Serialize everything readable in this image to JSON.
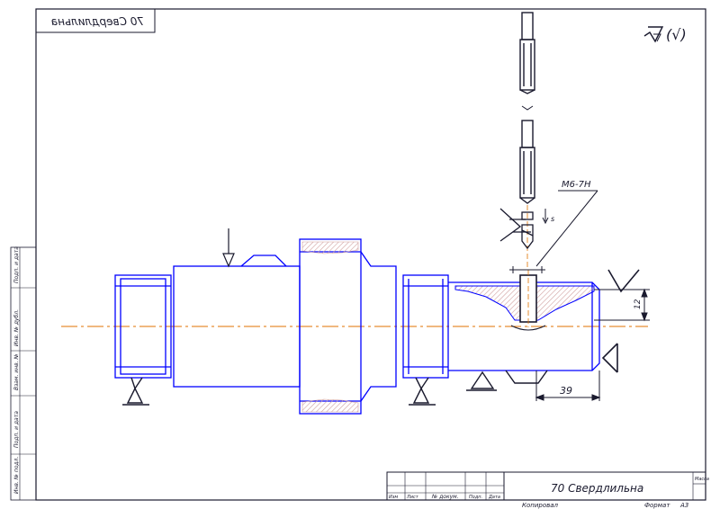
{
  "sheet": {
    "title_mirrored": "70 Свердлильна",
    "operation_name": "70 Свердлильна",
    "thread_label": "M6-7H",
    "dim_depth": "39",
    "dim_height": "12",
    "feed_label": "s",
    "roughness_mark": "(√)",
    "stamp_cells": [
      "Изм",
      "Лист",
      "№ докум.",
      "Подп.",
      "Дата"
    ],
    "copied_label": "Копировал",
    "format_label": "Формат",
    "format_value": "А3",
    "mass_label": "Масса"
  },
  "side_strip": {
    "labels": [
      "Инв. № подл.",
      "Подп. и дата",
      "Взам. инв. №",
      "Инв. № дубл.",
      "Подп. и дата"
    ]
  },
  "colors": {
    "line": "#1a1a2e",
    "part": "#0000ff",
    "axis": "#e07000",
    "hatch": "#d0a0a0"
  }
}
